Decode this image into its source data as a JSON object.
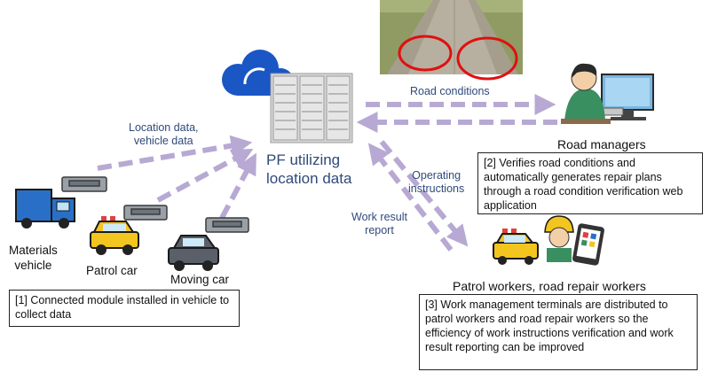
{
  "platform": {
    "label_line1": "PF utilizing",
    "label_line2": "location data"
  },
  "flows": {
    "location_data_line1": "Location data,",
    "location_data_line2": "vehicle data",
    "road_conditions": "Road conditions",
    "operating_line1": "Operating",
    "operating_line2": "instructions",
    "work_result_line1": "Work result",
    "work_result_line2": "report"
  },
  "vehicles": {
    "materials_line1": "Materials",
    "materials_line2": "vehicle",
    "patrol": "Patrol car",
    "moving": "Moving car"
  },
  "road_managers": {
    "title": "Road managers",
    "note": "[2] Verifies road conditions and automatically generates repair plans through a road condition verification web application"
  },
  "workers": {
    "title": "Patrol workers, road repair workers",
    "note": "[3] Work management terminals are distributed to patrol workers and road repair workers so the efficiency of work instructions verification and work result reporting can be improved"
  },
  "module_note": "[1] Connected module installed in vehicle to collect data",
  "colors": {
    "arrow": "#b7a9d3",
    "label_text": "#2f4a7a",
    "cloud": "#1a56c4",
    "circle": "#e01010"
  }
}
